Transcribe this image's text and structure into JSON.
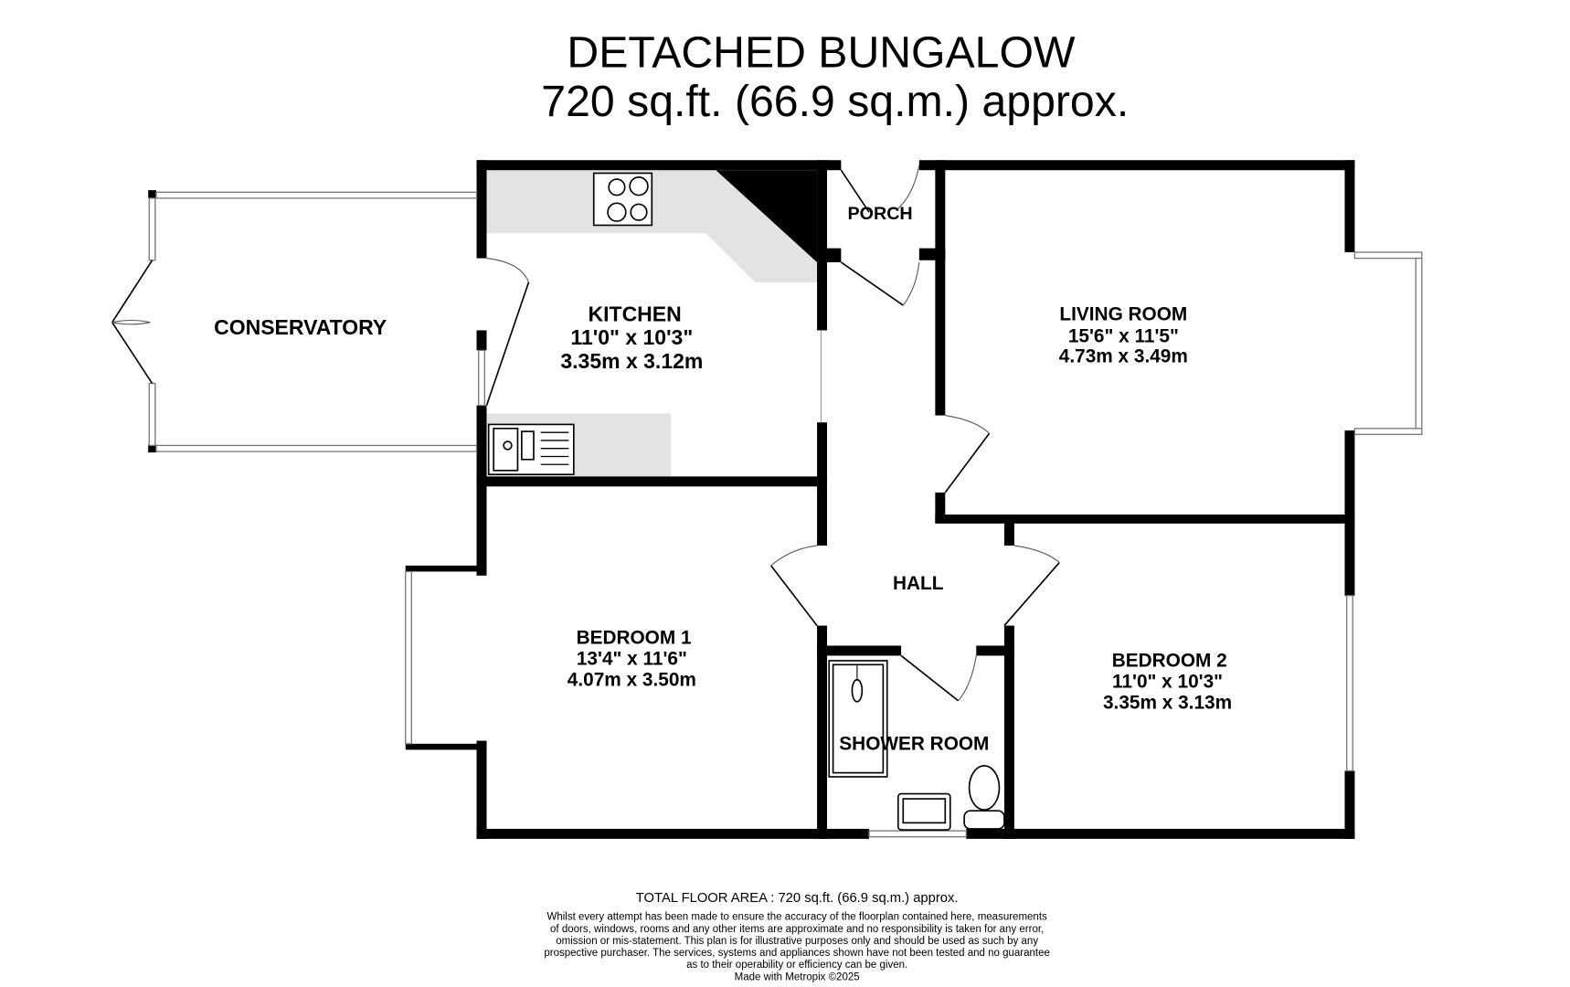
{
  "header": {
    "title": "DETACHED BUNGALOW",
    "subtitle": "720 sq.ft. (66.9 sq.m.) approx."
  },
  "rooms": {
    "conservatory": {
      "name": "CONSERVATORY"
    },
    "kitchen": {
      "name": "KITCHEN",
      "imperial": "11'0\"  x 10'3\"",
      "metric": "3.35m  x 3.12m"
    },
    "porch": {
      "name": "PORCH"
    },
    "living_room": {
      "name": "LIVING ROOM",
      "imperial": "15'6\"  x 11'5\"",
      "metric": "4.73m  x 3.49m"
    },
    "hall": {
      "name": "HALL"
    },
    "bedroom1": {
      "name": "BEDROOM 1",
      "imperial": "13'4\"  x 11'6\"",
      "metric": "4.07m  x 3.50m"
    },
    "shower_room": {
      "name": "SHOWER ROOM"
    },
    "bedroom2": {
      "name": "BEDROOM 2",
      "imperial": "11'0\"  x 10'3\"",
      "metric": "3.35m  x 3.13m"
    }
  },
  "footer": {
    "total_area": "TOTAL FLOOR AREA : 720 sq.ft. (66.9 sq.m.) approx.",
    "disclaimer": [
      "Whilst every attempt has been made to ensure the accuracy of the floorplan contained here, measurements",
      "of doors, windows, rooms and any other items are approximate and no responsibility is taken for any error,",
      "omission or mis-statement. This plan is for illustrative purposes only and should be used as such by any",
      "prospective purchaser. The services, systems and appliances shown have not been tested and no guarantee",
      "as to their operability or efficiency can be given."
    ],
    "credit": "Made with Metropix ©2025"
  },
  "colors": {
    "wall": "#000000",
    "worktop": "#e3e3e3",
    "window": "#777777"
  }
}
